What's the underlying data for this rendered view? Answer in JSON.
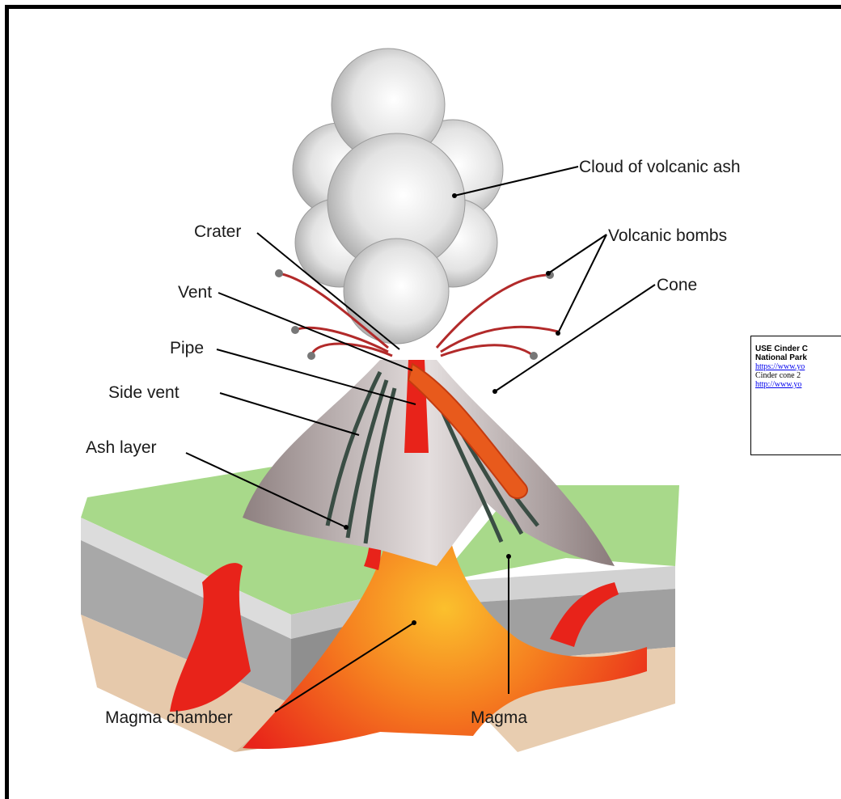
{
  "labels": {
    "cloud": "Cloud of volcanic ash",
    "crater": "Crater",
    "bombs": "Volcanic bombs",
    "vent": "Vent",
    "cone": "Cone",
    "pipe": "Pipe",
    "side_vent": "Side vent",
    "ash_layer": "Ash layer",
    "magma_chamber": "Magma chamber",
    "magma": "Magma"
  },
  "note": {
    "title_line1": "USE Cinder C",
    "title_line2": "National Park",
    "link1": "https://www.yo",
    "line3": "Cinder cone 2",
    "link2": "http://www.yo"
  },
  "colors": {
    "grass": "#a8d98a",
    "ash_cone": "#cfc5c5",
    "rock_grey": "#a9a9a9",
    "sand": "#e8cdb0",
    "magma_red": "#e8231a",
    "magma_orange": "#f99d1c",
    "smoke": "#e9e9e9"
  }
}
